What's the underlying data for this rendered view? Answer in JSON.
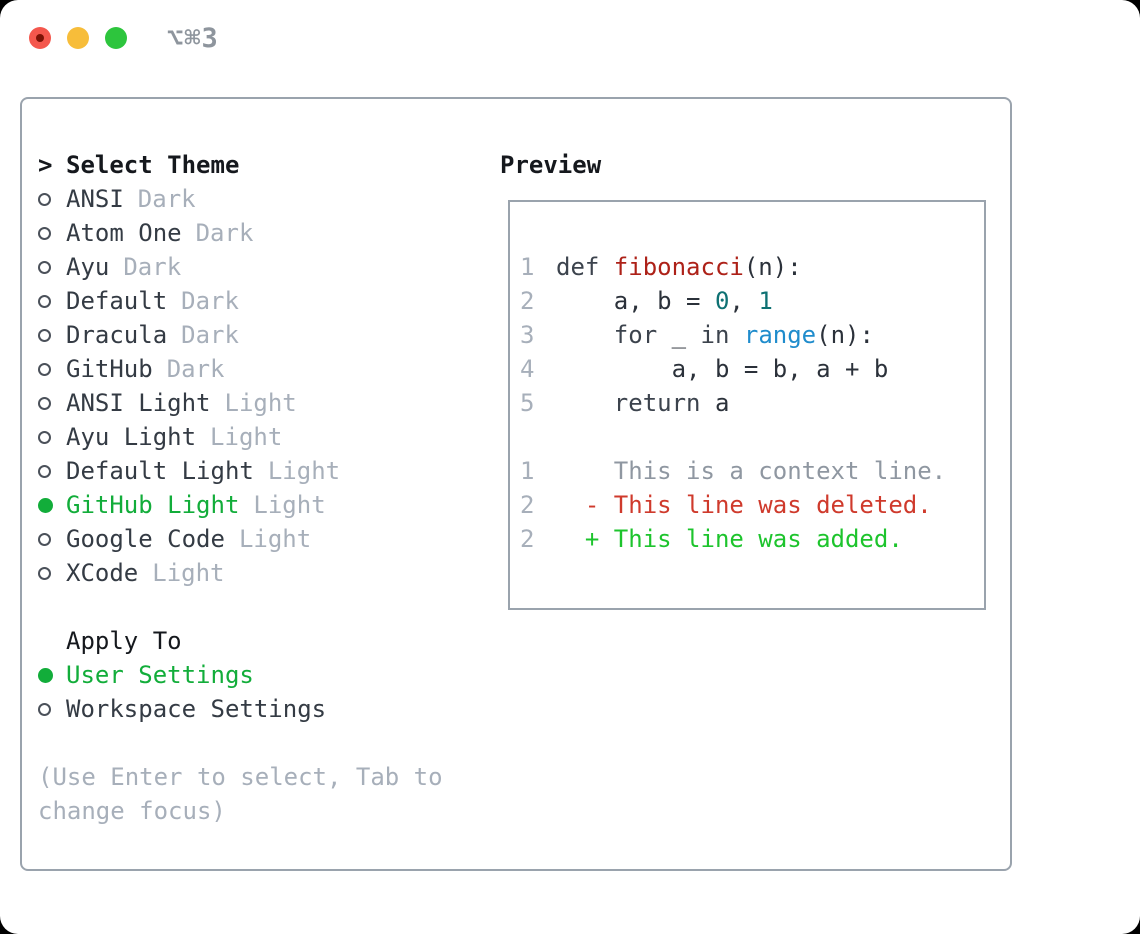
{
  "titlebar": {
    "shortcut": "⌥⌘3"
  },
  "theme_panel": {
    "prompt": ">",
    "title": "Select Theme",
    "themes": [
      {
        "name": "ANSI",
        "variant": "Dark",
        "selected": false
      },
      {
        "name": "Atom One",
        "variant": "Dark",
        "selected": false
      },
      {
        "name": "Ayu",
        "variant": "Dark",
        "selected": false
      },
      {
        "name": "Default",
        "variant": "Dark",
        "selected": false
      },
      {
        "name": "Dracula",
        "variant": "Dark",
        "selected": false
      },
      {
        "name": "GitHub",
        "variant": "Dark",
        "selected": false
      },
      {
        "name": "ANSI Light",
        "variant": "Light",
        "selected": false
      },
      {
        "name": "Ayu Light",
        "variant": "Light",
        "selected": false
      },
      {
        "name": "Default Light",
        "variant": "Light",
        "selected": false
      },
      {
        "name": "GitHub Light",
        "variant": "Light",
        "selected": true
      },
      {
        "name": "Google Code",
        "variant": "Light",
        "selected": false
      },
      {
        "name": "XCode",
        "variant": "Light",
        "selected": false
      }
    ],
    "apply_to": {
      "title": "Apply To",
      "options": [
        {
          "name": "User Settings",
          "selected": true
        },
        {
          "name": "Workspace Settings",
          "selected": false
        }
      ]
    },
    "hint": "(Use Enter to select, Tab to change focus)"
  },
  "preview": {
    "title": "Preview",
    "code_lines": [
      {
        "num": "1",
        "tokens": [
          {
            "c": "kw",
            "t": "def "
          },
          {
            "c": "fn",
            "t": "fibonacci"
          },
          {
            "c": "pl",
            "t": "(n):"
          }
        ]
      },
      {
        "num": "2",
        "tokens": [
          {
            "c": "pl",
            "t": "    a, b = "
          },
          {
            "c": "num",
            "t": "0"
          },
          {
            "c": "pl",
            "t": ", "
          },
          {
            "c": "num",
            "t": "1"
          }
        ]
      },
      {
        "num": "3",
        "tokens": [
          {
            "c": "pl",
            "t": "    "
          },
          {
            "c": "kw",
            "t": "for"
          },
          {
            "c": "pl",
            "t": " _ "
          },
          {
            "c": "kw",
            "t": "in"
          },
          {
            "c": "pl",
            "t": " "
          },
          {
            "c": "bi",
            "t": "range"
          },
          {
            "c": "pl",
            "t": "(n):"
          }
        ]
      },
      {
        "num": "4",
        "tokens": [
          {
            "c": "pl",
            "t": "        a, b = b, a + b"
          }
        ]
      },
      {
        "num": "5",
        "tokens": [
          {
            "c": "pl",
            "t": "    "
          },
          {
            "c": "kw",
            "t": "return"
          },
          {
            "c": "pl",
            "t": " a"
          }
        ]
      }
    ],
    "diff_lines": [
      {
        "num": "1",
        "type": "context",
        "text": "    This is a context line."
      },
      {
        "num": "2",
        "type": "deleted",
        "text": "  - This line was deleted."
      },
      {
        "num": "2",
        "type": "added",
        "text": "  + This line was added."
      }
    ]
  },
  "colors": {
    "window-bg": "#ffffff",
    "panel-border": "#9aa3ad",
    "text-main": "#343b44",
    "text-strong": "#15181d",
    "muted": "#a7afba",
    "green-ui": "#12ad3a",
    "green-add": "#1dc42d",
    "red-del": "#cf3a2c",
    "red-fn": "#ad2118",
    "teal-num": "#0e7173",
    "blue-builtin": "#1f8ccc",
    "gray-context": "#8f97a1",
    "traffic-red": "#f4574d",
    "traffic-red-dot": "#7c1206",
    "traffic-yellow": "#f7bd3a",
    "traffic-green": "#2dc53d",
    "shortcut-gray": "#8e959d"
  }
}
